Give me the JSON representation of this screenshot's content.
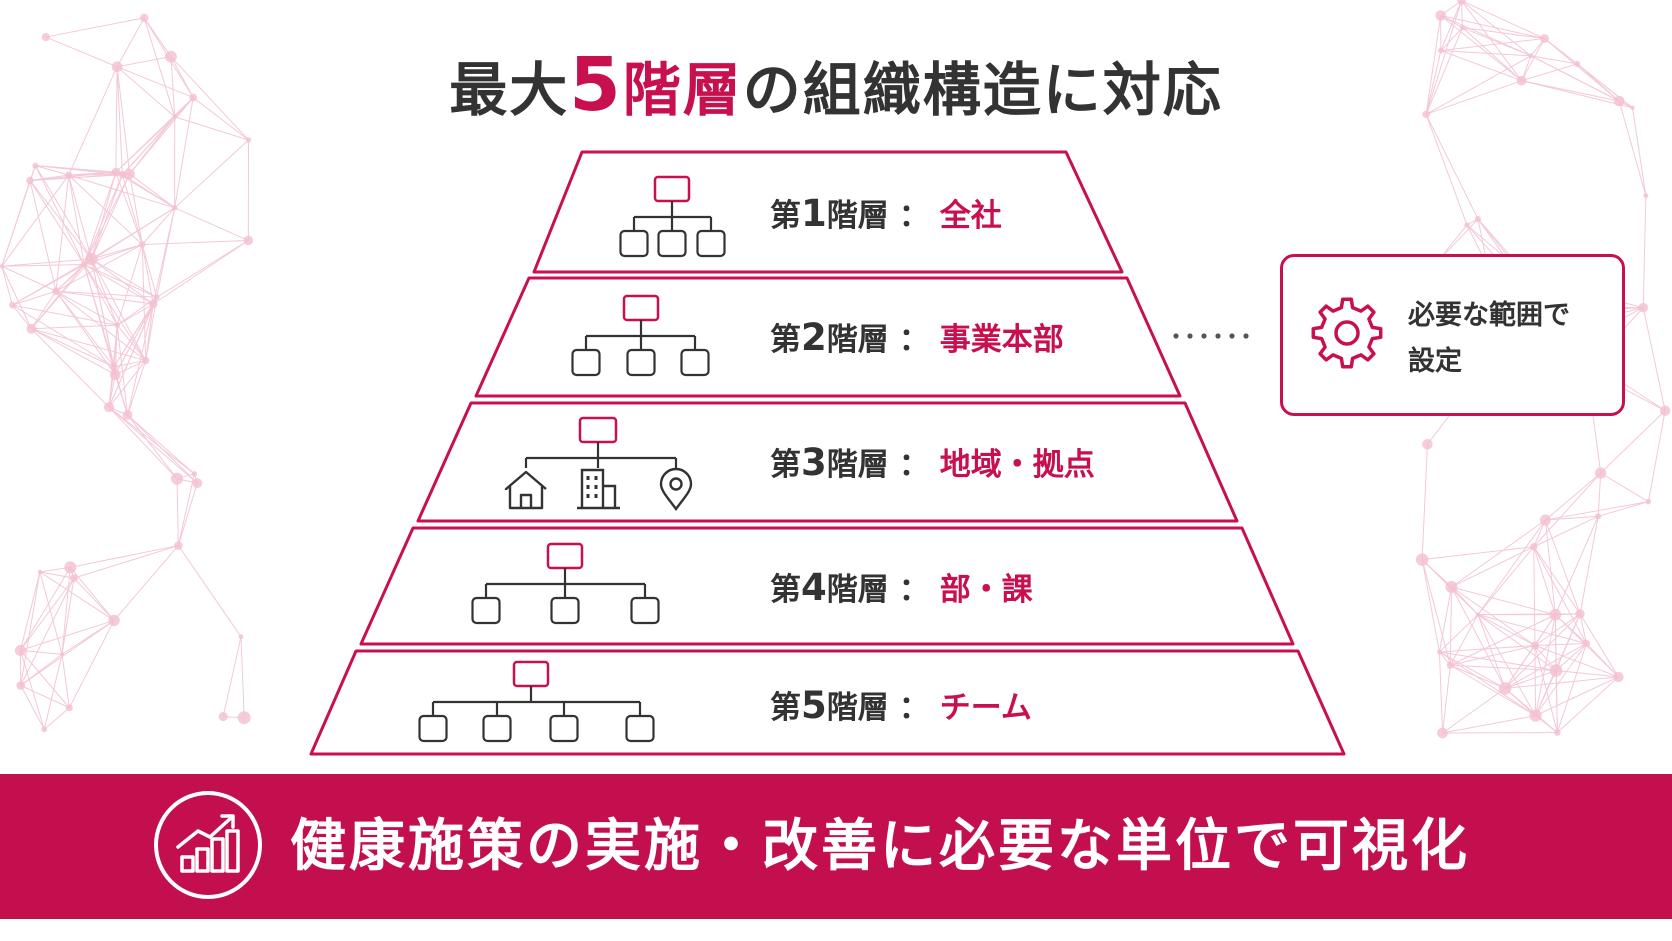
{
  "title": {
    "prefix": "最大",
    "number": "5",
    "accent": "階層",
    "suffix": "の組織構造に対応"
  },
  "tiers": [
    {
      "level": "第",
      "num": "1",
      "unit": "階層",
      "colon": "：",
      "name": "全社",
      "icon": "org-chart-3-icon"
    },
    {
      "level": "第",
      "num": "2",
      "unit": "階層",
      "colon": "：",
      "name": "事業本部",
      "icon": "org-chart-3-icon"
    },
    {
      "level": "第",
      "num": "3",
      "unit": "階層",
      "colon": "：",
      "name": "地域・拠点",
      "icon": "location-org-icon"
    },
    {
      "level": "第",
      "num": "4",
      "unit": "階層",
      "colon": "：",
      "name": "部・課",
      "icon": "org-chart-3-icon"
    },
    {
      "level": "第",
      "num": "5",
      "unit": "階層",
      "colon": "：",
      "name": "チーム",
      "icon": "org-chart-4-icon"
    }
  ],
  "callout": {
    "text_line1": "必要な範囲で",
    "text_line2": "設定",
    "icon": "gear-icon"
  },
  "banner": {
    "text": "健康施策の実施・改善に必要な単位で可視化",
    "icon": "bar-chart-icon"
  },
  "colors": {
    "accent": "#c8104e",
    "text": "#333333",
    "banner": "#c40f4e"
  }
}
